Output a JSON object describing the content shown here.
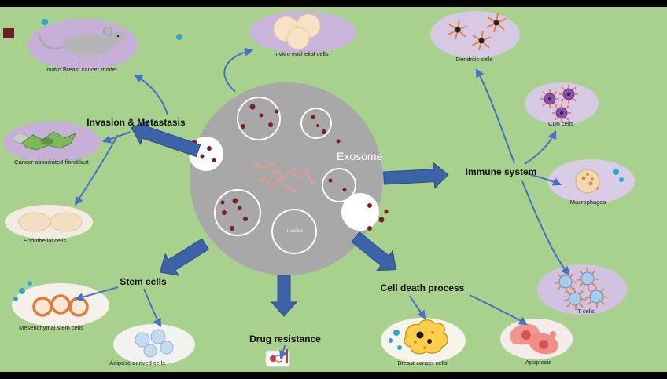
{
  "figure": {
    "center_label": "Exosome",
    "nucleic_label": "nucleic"
  },
  "branches": {
    "invasion_metastasis": "Invasion & Metastasis",
    "immune_system": "Immune system",
    "stem_cells": "Stem cells",
    "drug_resistance": "Drug resistance",
    "cell_death_process": "Cell death process"
  },
  "cells": {
    "invitro_breast_cancer_model": "Invitro Breast cancer model",
    "invitro_epithelial_cells": "Invitro epithelial cells",
    "dendritic_cells": "Dendritic cells",
    "cd6_cells": "CD6 cells",
    "macrophages": "Macrophages",
    "t_cells": "T cells",
    "cancer_associated_fibroblast": "Cancer associated fibroblast",
    "endothelial_cells": "Endothelial cells",
    "mesenchymal_stem_cells": "Mesenchymal stem cells",
    "adipose_derived_cells": "Adipose derived cells",
    "breast_cancer_cells": "Breast cancer cells",
    "apoptosis": "Apoptosis"
  },
  "colors": {
    "background": "#a9d18e",
    "block_arrow_blue": "#3b63a8",
    "thin_arrow_blue": "#4472c4",
    "exosome_gray": "#a8a8a8",
    "purple_ellipse": "#c6b0d8",
    "lavender_ellipse": "#d6c9e3",
    "teal_dot": "#2ea7cd",
    "cargo_dot_red": "#7a1f1f"
  }
}
